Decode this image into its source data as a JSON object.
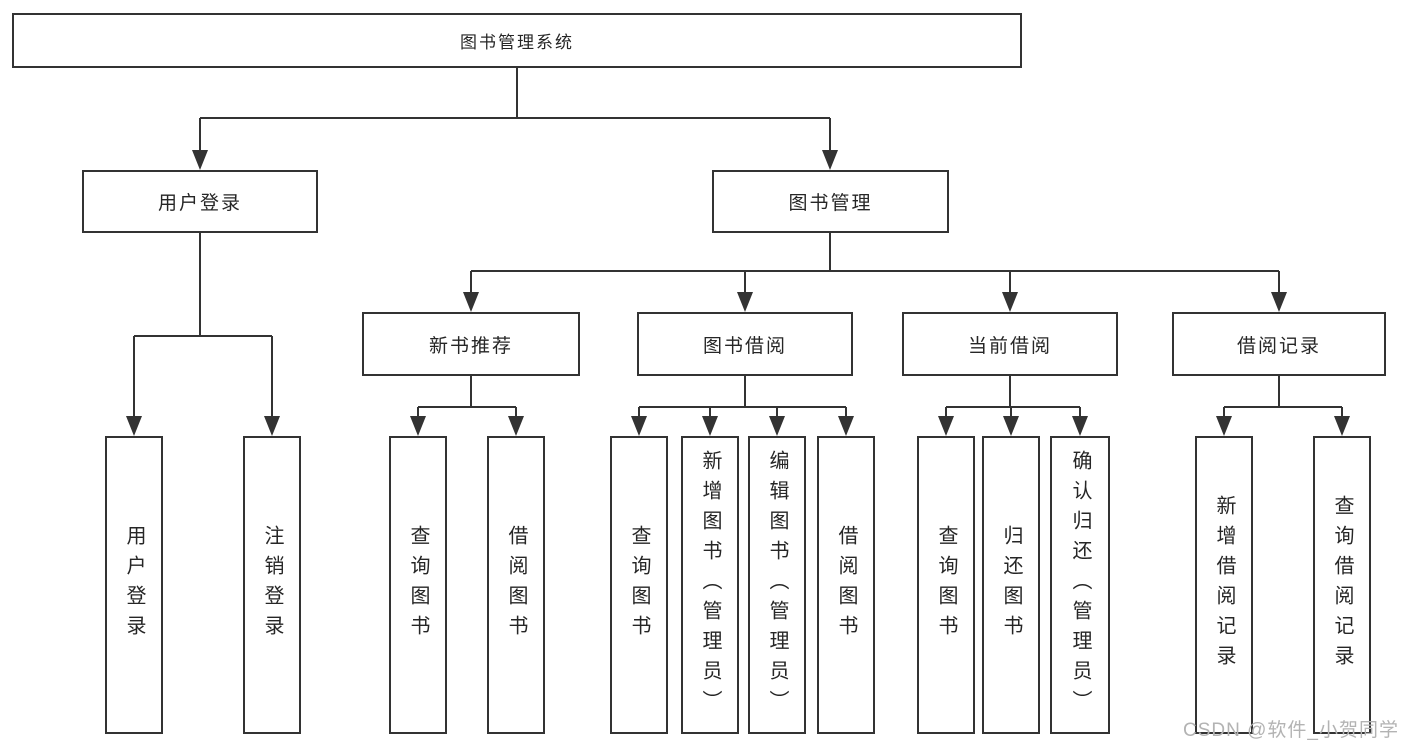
{
  "tree": {
    "label": "图书管理系统",
    "children": [
      {
        "label": "用户登录",
        "children": [
          {
            "label": "用户登录"
          },
          {
            "label": "注销登录"
          }
        ]
      },
      {
        "label": "图书管理",
        "children": [
          {
            "label": "新书推荐",
            "children": [
              {
                "label": "查询图书"
              },
              {
                "label": "借阅图书"
              }
            ]
          },
          {
            "label": "图书借阅",
            "children": [
              {
                "label": "查询图书"
              },
              {
                "label": "新增图书（管理员）"
              },
              {
                "label": "编辑图书（管理员）"
              },
              {
                "label": "借阅图书"
              }
            ]
          },
          {
            "label": "当前借阅",
            "children": [
              {
                "label": "查询图书"
              },
              {
                "label": "归还图书"
              },
              {
                "label": "确认归还（管理员）"
              }
            ]
          },
          {
            "label": "借阅记录",
            "children": [
              {
                "label": "新增借阅记录"
              },
              {
                "label": "查询借阅记录"
              }
            ]
          }
        ]
      }
    ]
  },
  "watermark": {
    "text": "CSDN @软件_小贺同学"
  },
  "colors": {
    "line": "#333333",
    "box_border": "#333333",
    "box_fill": "#ffffff",
    "text": "#262626",
    "watermark": "#b3b3b3",
    "background": "#ffffff"
  }
}
